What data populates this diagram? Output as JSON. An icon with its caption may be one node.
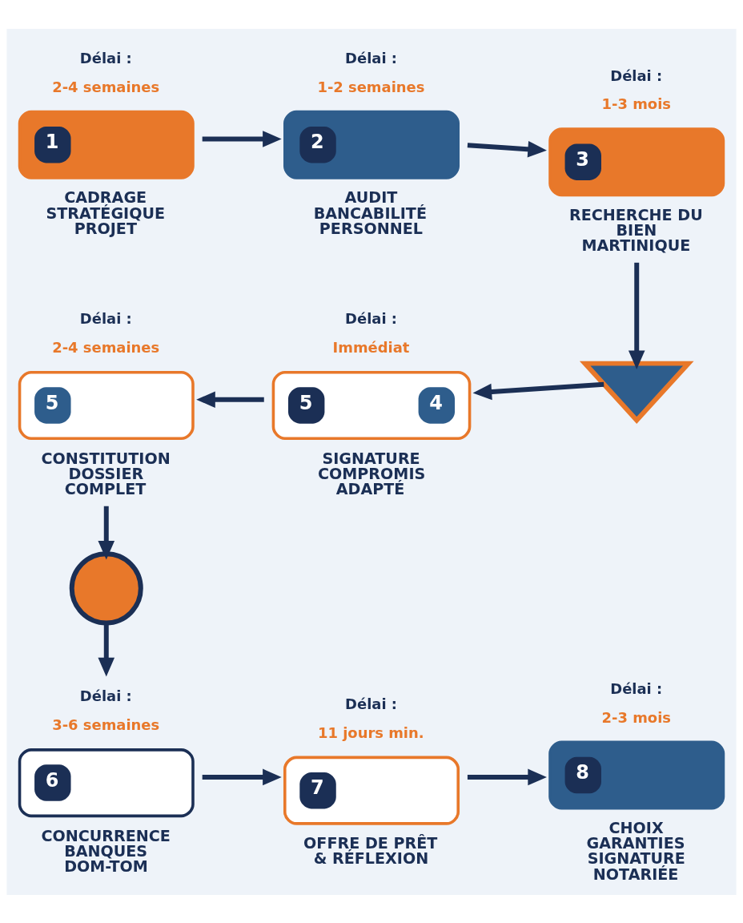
{
  "diagram": {
    "nodes": [
      {
        "text": [
          "1",
          "CADRAGE STRATÉGIQUE PROJET"
        ],
        "beside": [
          "Délai :",
          "2-4 semaines"
        ]
      },
      {
        "text": [
          "2",
          "AUDIT BANCABILITÉ PERSONNEL"
        ],
        "beside": [
          "Délai :",
          "1-2 semaines"
        ]
      },
      {
        "text": [
          "3",
          "RECHERCHE DU BIEN MARTINIQUE"
        ],
        "beside": [
          "Délai :",
          "1-3 mois"
        ]
      },
      {
        "text": [],
        "shape": "chevron"
      },
      {
        "text": [
          "5",
          "4",
          "SIGNATURE COMPROMIS ADAPTÉ"
        ],
        "beside": [
          "Délai :",
          "Immédiat"
        ]
      },
      {
        "text": [
          "5",
          "CONSTITUTION DOSSIER COMPLET"
        ],
        "beside": [
          "Délai :",
          "2-4 semaines"
        ]
      },
      {
        "text": [],
        "shape": "circle"
      },
      {
        "text": [
          "6",
          "CONCURRENCE BANQUES DOM-TOM"
        ],
        "beside": [
          "Délai :",
          "3-6 semaines"
        ]
      },
      {
        "text": [
          "7",
          "OFFRE DE PRÊT & RÉFLEXION"
        ],
        "beside": [
          "Délai :",
          "11 jours min."
        ]
      },
      {
        "text": [
          "8",
          "CHOIX GARANTIES SIGNATURE NOTARIÉE"
        ],
        "beside": [
          "Délai :",
          "2-3 mois"
        ]
      }
    ],
    "edges": [
      {
        "from": 0,
        "to": 1,
        "arrow": "to"
      },
      {
        "from": 1,
        "to": 2,
        "arrow": "to"
      },
      {
        "from": 2,
        "to": 3,
        "arrow": "to"
      },
      {
        "from": 3,
        "to": 4,
        "arrow": "to"
      },
      {
        "from": 4,
        "to": 5,
        "arrow": "to"
      },
      {
        "from": 5,
        "to": 6,
        "arrow": "to"
      },
      {
        "from": 6,
        "to": 7,
        "arrow": "to"
      },
      {
        "from": 7,
        "to": 8,
        "arrow": "to"
      },
      {
        "from": 8,
        "to": 9,
        "arrow": "to"
      }
    ]
  }
}
